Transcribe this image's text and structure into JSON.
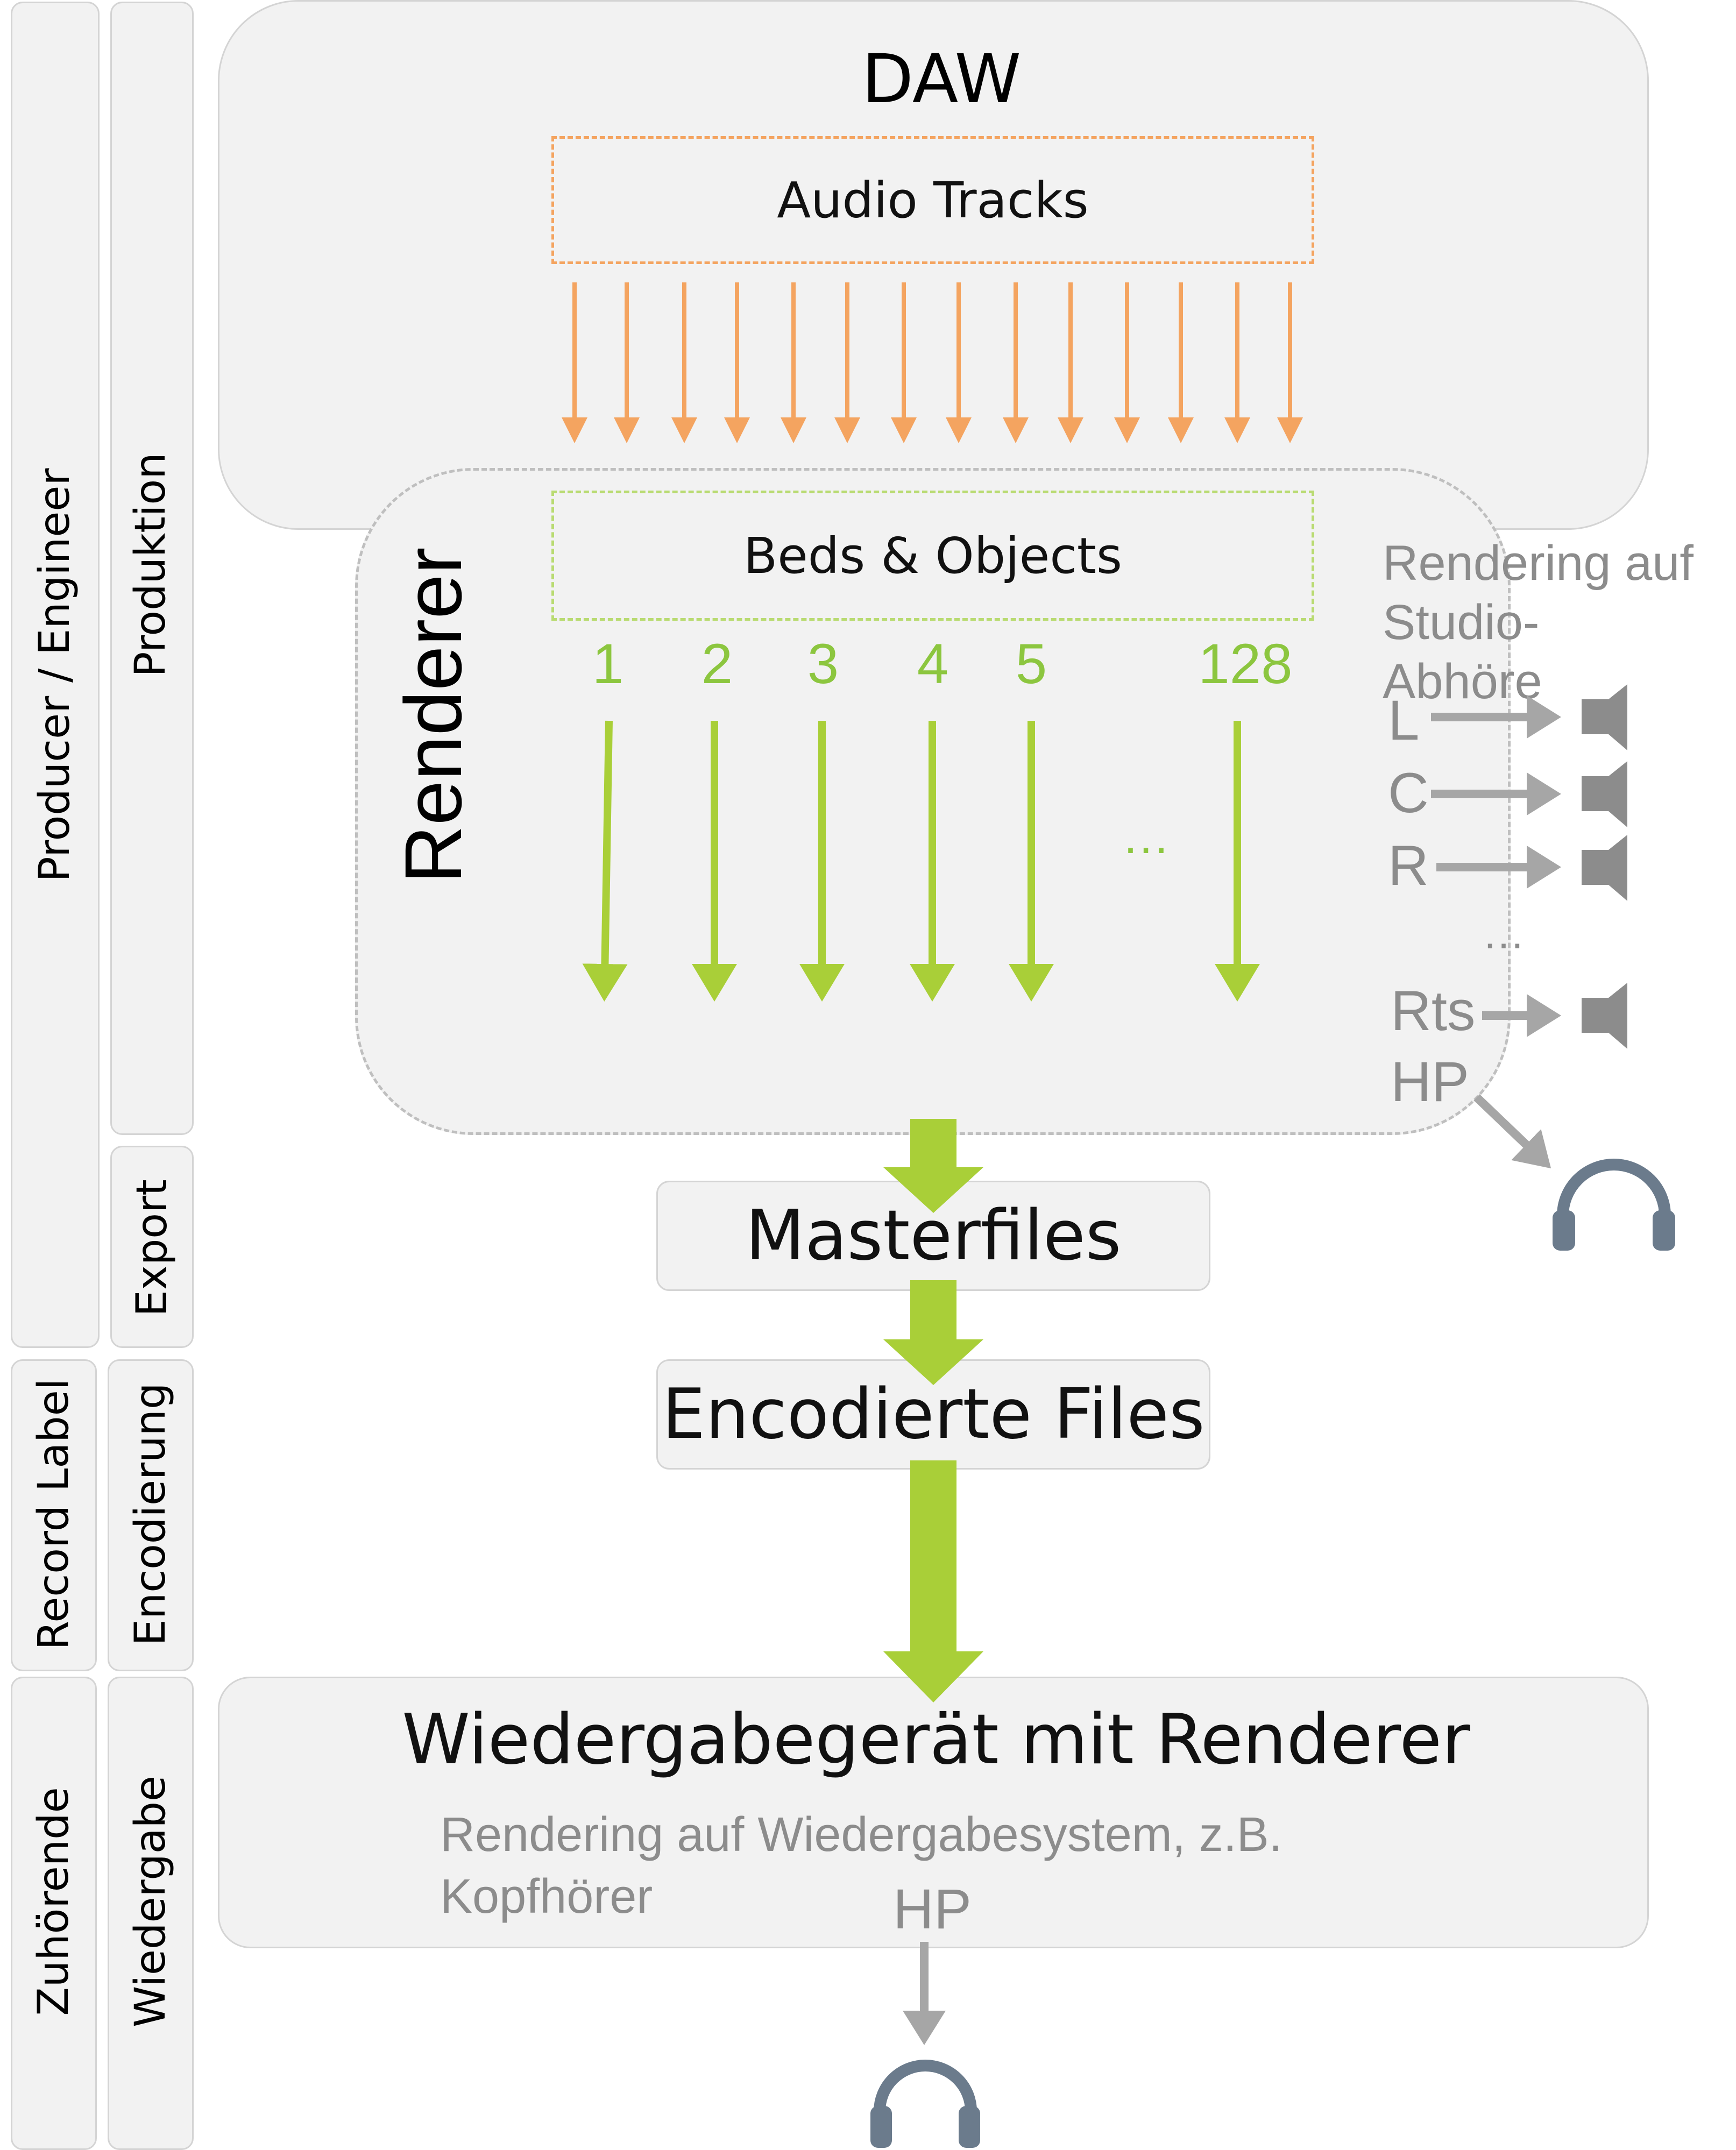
{
  "side_labels": {
    "producer": "Producer / Engineer",
    "produktion": "Produktion",
    "export": "Export",
    "record_label": "Record Label",
    "encodierung": "Encodierung",
    "zuhoerende": "Zuhörende",
    "wiedergabe": "Wiedergabe"
  },
  "daw": {
    "title": "DAW",
    "audio_tracks": "Audio Tracks"
  },
  "renderer": {
    "title": "Renderer",
    "beds_objects": "Beds & Objects",
    "channels": [
      "1",
      "2",
      "3",
      "4",
      "5",
      "128"
    ],
    "ellipsis": "…"
  },
  "studio": {
    "caption_line1": "Rendering auf",
    "caption_line2": "Studio-",
    "caption_line3": "Abhöre",
    "outputs": [
      "L",
      "C",
      "R",
      "Rts",
      "HP"
    ],
    "ellipsis": "…"
  },
  "masterfiles": "Masterfiles",
  "encodierte_files": "Encodierte Files",
  "playback": {
    "title": "Wiedergabegerät mit Renderer",
    "caption_line1": "Rendering auf Wiedergabesystem, z.B.",
    "caption_line2": "Kopfhörer",
    "hp": "HP"
  },
  "colors": {
    "orange": "#f4a460",
    "green": "#8cc63f",
    "arrow_green": "#a9cf38",
    "gray_arrow": "#a6a6a6",
    "speaker": "#8c8c8c",
    "headphone": "#6b7b8c"
  },
  "icons": [
    "speaker-icon",
    "headphones-icon"
  ]
}
